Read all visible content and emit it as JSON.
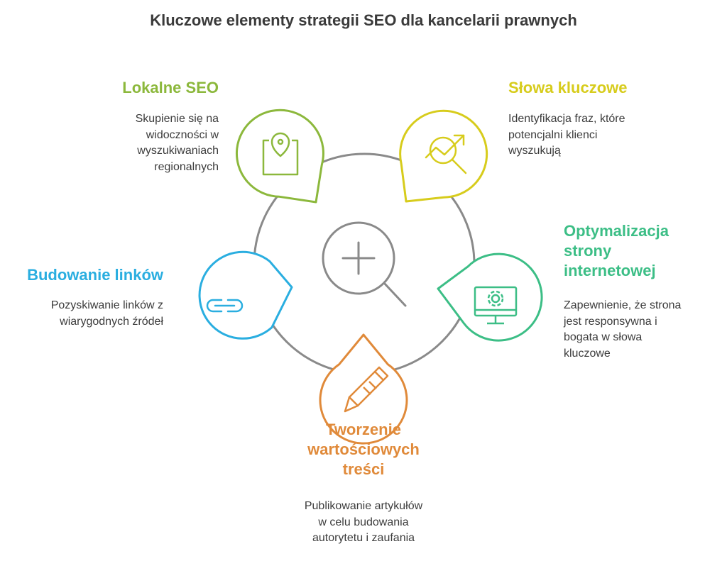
{
  "title": "Kluczowe elementy strategii SEO dla kancelarii prawnych",
  "colors": {
    "local_seo": "#8cb83c",
    "keywords": "#d7cc1c",
    "website": "#3cbe86",
    "content": "#e08a3a",
    "links": "#2aaee0",
    "ring": "#8a8a8a"
  },
  "center": {
    "icon": "magnifier-plus-icon"
  },
  "items": [
    {
      "heading": "Lokalne SEO",
      "desc_lines": [
        "Skupienie się na",
        "widoczności w",
        "wyszukiwaniach",
        "regionalnych"
      ],
      "icon": "location-pin-icon"
    },
    {
      "heading": "Słowa kluczowe",
      "desc_lines": [
        "Identyfikacja fraz, które",
        "potencjalni klienci",
        "wyszukują"
      ],
      "icon": "search-trend-icon"
    },
    {
      "heading_lines": [
        "Optymalizacja",
        "strony",
        "internetowej"
      ],
      "desc_lines": [
        "Zapewnienie, że strona",
        "jest responsywna i",
        "bogata w słowa",
        "kluczowe"
      ],
      "icon": "monitor-settings-icon"
    },
    {
      "heading_lines": [
        "Tworzenie",
        "wartościowych",
        "treści"
      ],
      "desc_lines": [
        "Publikowanie artykułów",
        "w celu budowania",
        "autorytetu i zaufania"
      ],
      "icon": "pencil-icon"
    },
    {
      "heading": "Budowanie linków",
      "desc_lines": [
        "Pozyskiwanie linków z",
        "wiarygodnych źródeł"
      ],
      "icon": "link-icon"
    }
  ]
}
